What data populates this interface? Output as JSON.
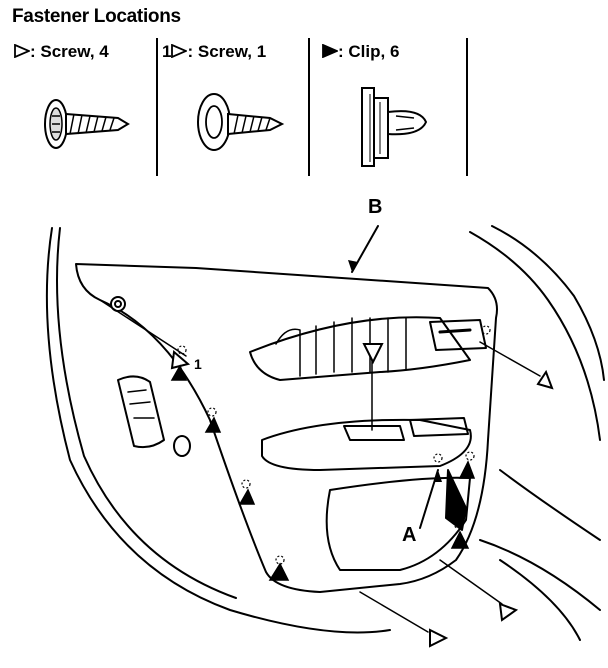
{
  "title": "Fastener Locations",
  "legend": [
    {
      "label": ": Screw, 4",
      "prefix": "",
      "icon": "open-triangle-icon"
    },
    {
      "label": ": Screw, 1",
      "prefix": "1",
      "icon": "open-triangle-icon"
    },
    {
      "label": ": Clip, 6",
      "prefix": "",
      "icon": "filled-triangle-icon"
    }
  ],
  "callouts": {
    "a": "A",
    "b": "B",
    "screw_number": "1"
  }
}
